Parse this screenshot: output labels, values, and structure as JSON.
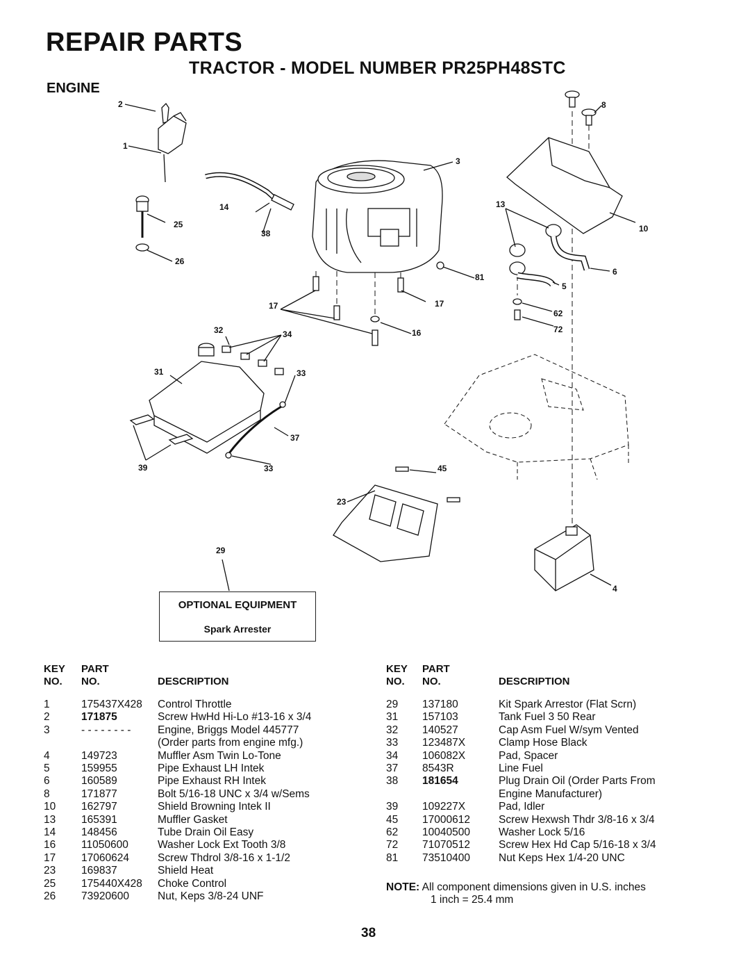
{
  "header": {
    "title": "REPAIR PARTS",
    "model_title": "TRACTOR - MODEL NUMBER PR25PH48STC",
    "section": "ENGINE"
  },
  "diagram": {
    "callouts": [
      "2",
      "1",
      "25",
      "26",
      "14",
      "38",
      "3",
      "8",
      "13",
      "10",
      "6",
      "81",
      "5",
      "62",
      "72",
      "17",
      "17",
      "16",
      "32",
      "34",
      "31",
      "33",
      "37",
      "39",
      "33",
      "45",
      "23",
      "29",
      "4"
    ],
    "optional_equipment": {
      "title": "OPTIONAL EQUIPMENT",
      "item": "Spark Arrester"
    }
  },
  "table_headers": {
    "key": "KEY",
    "no": "NO.",
    "part": "PART",
    "part_no": "NO.",
    "description": "DESCRIPTION"
  },
  "parts_left": [
    {
      "key": "1",
      "part": "175437X428",
      "desc": "Control Throttle",
      "bold": false
    },
    {
      "key": "2",
      "part": "171875",
      "desc": "Screw HwHd Hi-Lo #13-16 x 3/4",
      "bold": true
    },
    {
      "key": "3",
      "part": "- - - - - - - -",
      "desc": "Engine, Briggs Model 445777",
      "bold": false
    },
    {
      "key": "",
      "part": "",
      "desc": "(Order  parts from engine mfg.)",
      "bold": false
    },
    {
      "key": "4",
      "part": "149723",
      "desc": "Muffler Asm Twin Lo-Tone",
      "bold": false
    },
    {
      "key": "5",
      "part": "159955",
      "desc": "Pipe Exhaust LH Intek",
      "bold": false
    },
    {
      "key": "6",
      "part": "160589",
      "desc": "Pipe Exhaust RH Intek",
      "bold": false
    },
    {
      "key": "8",
      "part": "171877",
      "desc": "Bolt 5/16-18 UNC x 3/4 w/Sems",
      "bold": false
    },
    {
      "key": "10",
      "part": "162797",
      "desc": "Shield Browning Intek II",
      "bold": false
    },
    {
      "key": "13",
      "part": "165391",
      "desc": "Muffler Gasket",
      "bold": false
    },
    {
      "key": "14",
      "part": "148456",
      "desc": "Tube Drain Oil Easy",
      "bold": false
    },
    {
      "key": "16",
      "part": "11050600",
      "desc": "Washer Lock Ext Tooth 3/8",
      "bold": false
    },
    {
      "key": "17",
      "part": "17060624",
      "desc": "Screw Thdrol 3/8-16 x 1-1/2",
      "bold": false
    },
    {
      "key": "23",
      "part": "169837",
      "desc": "Shield Heat",
      "bold": false
    },
    {
      "key": "25",
      "part": "175440X428",
      "desc": "Choke Control",
      "bold": false
    },
    {
      "key": "26",
      "part": "73920600",
      "desc": "Nut, Keps 3/8-24 UNF",
      "bold": false
    }
  ],
  "parts_right": [
    {
      "key": "29",
      "part": "137180",
      "desc": "Kit Spark Arrestor (Flat Scrn)",
      "bold": false
    },
    {
      "key": "31",
      "part": "157103",
      "desc": "Tank Fuel 3 50 Rear",
      "bold": false
    },
    {
      "key": "32",
      "part": "140527",
      "desc": "Cap Asm Fuel W/sym Vented",
      "bold": false
    },
    {
      "key": "33",
      "part": "123487X",
      "desc": "Clamp Hose Black",
      "bold": false
    },
    {
      "key": "34",
      "part": "106082X",
      "desc": "Pad, Spacer",
      "bold": false
    },
    {
      "key": "37",
      "part": "8543R",
      "desc": "Line Fuel",
      "bold": false
    },
    {
      "key": "38",
      "part": "181654",
      "desc": "Plug Drain Oil (Order Parts From",
      "bold": true
    },
    {
      "key": "",
      "part": "",
      "desc": "Engine Manufacturer)",
      "bold": false
    },
    {
      "key": "39",
      "part": "109227X",
      "desc": "Pad, Idler",
      "bold": false
    },
    {
      "key": "45",
      "part": "17000612",
      "desc": "Screw Hexwsh Thdr 3/8-16 x 3/4",
      "bold": false
    },
    {
      "key": "62",
      "part": "10040500",
      "desc": "Washer Lock  5/16",
      "bold": false
    },
    {
      "key": "72",
      "part": "71070512",
      "desc": "Screw Hex Hd Cap  5/16-18 x 3/4",
      "bold": false
    },
    {
      "key": "81",
      "part": "73510400",
      "desc": "Nut Keps Hex 1/4-20 UNC",
      "bold": false
    }
  ],
  "note": {
    "label": "NOTE:",
    "line1": "All component dimensions given in U.S. inches",
    "line2": "1 inch = 25.4 mm"
  },
  "page_number": "38"
}
